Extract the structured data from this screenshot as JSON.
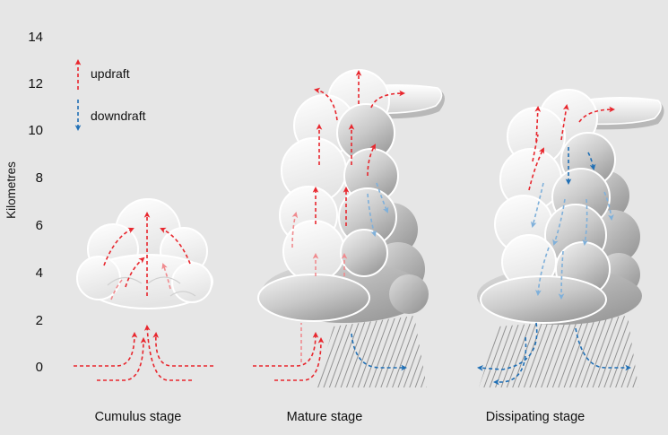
{
  "axis": {
    "title": "Kilometres",
    "ticks": [
      "14",
      "12",
      "10",
      "8",
      "6",
      "4",
      "2",
      "0"
    ]
  },
  "legend": {
    "updraft": "updraft",
    "downdraft": "downdraft"
  },
  "stages": {
    "cumulus": "Cumulus stage",
    "mature": "Mature stage",
    "dissipating": "Dissipating stage"
  },
  "colors": {
    "background": "#e6e6e6",
    "updraft": "#e8262d",
    "downdraft": "#1f6fb5",
    "rain": "#8a8a8a"
  }
}
